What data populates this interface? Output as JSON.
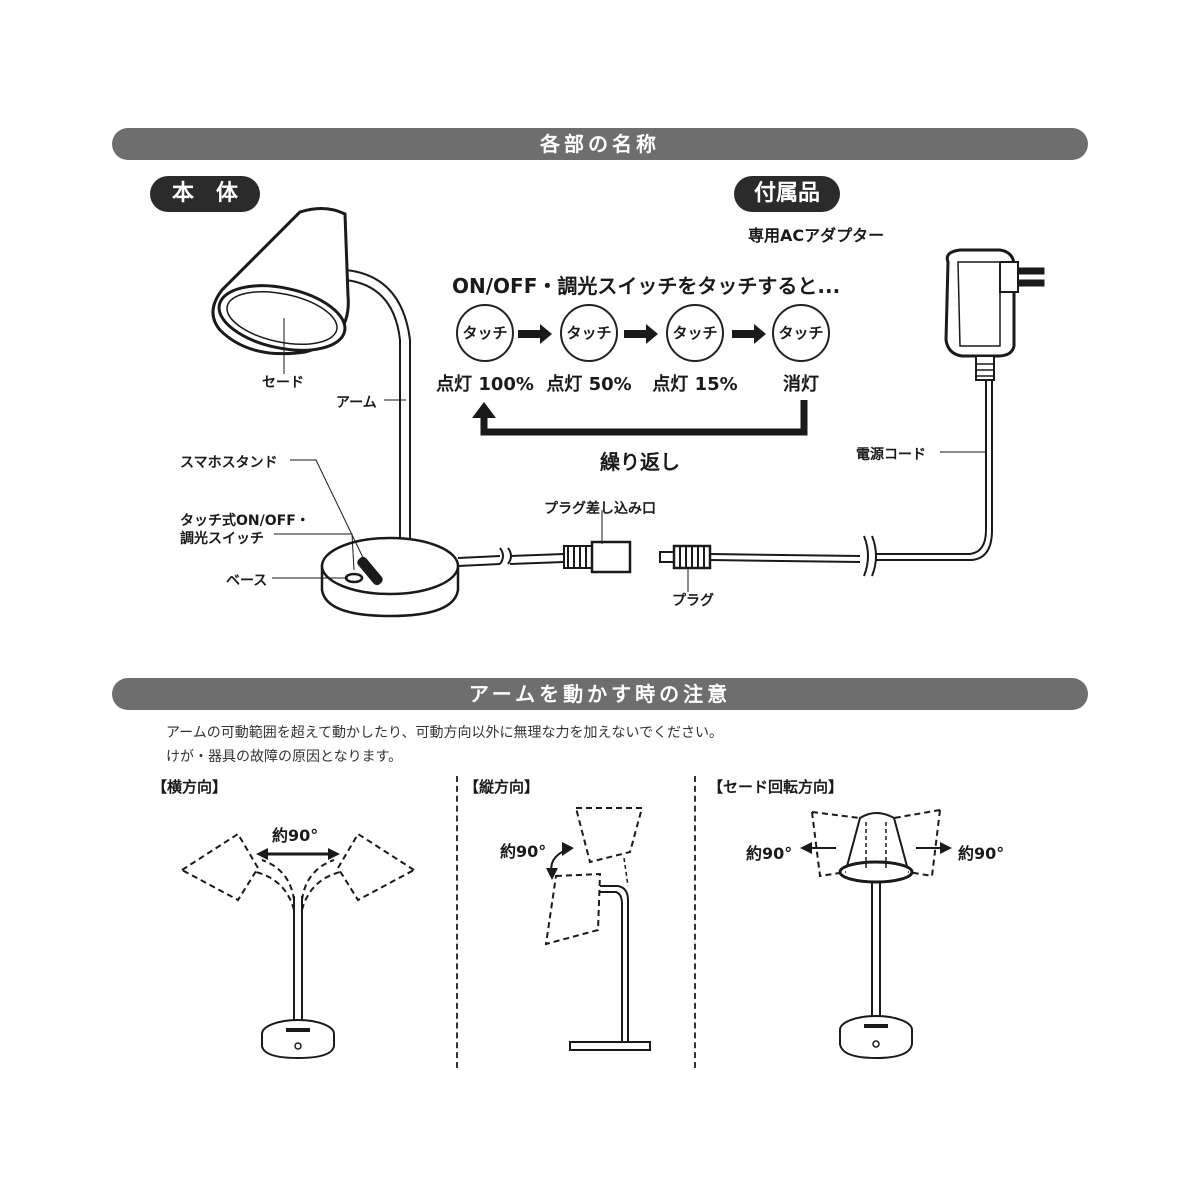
{
  "sections": {
    "parts_title": "各部の名称",
    "arm_title": "アームを動かす時の注意"
  },
  "body_pill": "本　体",
  "accessory": {
    "pill": "付属品",
    "adapter_label": "専用ACアダプター"
  },
  "labels": {
    "shade": "セード",
    "arm": "アーム",
    "phone_stand": "スマホスタンド",
    "touch_switch_line1": "タッチ式ON/OFF・",
    "touch_switch_line2": "調光スイッチ",
    "base": "ベース",
    "plug_socket": "プラグ差し込み口",
    "plug": "プラグ",
    "power_cord": "電源コード"
  },
  "touch_flow": {
    "heading": "ON/OFF・調光スイッチをタッチすると...",
    "steps": [
      {
        "button": "タッチ",
        "result": "点灯 100%"
      },
      {
        "button": "タッチ",
        "result": "点灯 50%"
      },
      {
        "button": "タッチ",
        "result": "点灯 15%"
      },
      {
        "button": "タッチ",
        "result": "消灯"
      }
    ],
    "repeat": "繰り返し"
  },
  "caution": {
    "line1": "アームの可動範囲を超えて動かしたり、可動方向以外に無理な力を加えないでください。",
    "line2": "けが・器具の故障の原因となります。"
  },
  "directions": {
    "horizontal": {
      "title": "【横方向】",
      "angle": "約90°"
    },
    "vertical": {
      "title": "【縦方向】",
      "angle": "約90°"
    },
    "shade_rotation": {
      "title": "【セード回転方向】",
      "angle_left": "約90°",
      "angle_right": "約90°"
    }
  }
}
